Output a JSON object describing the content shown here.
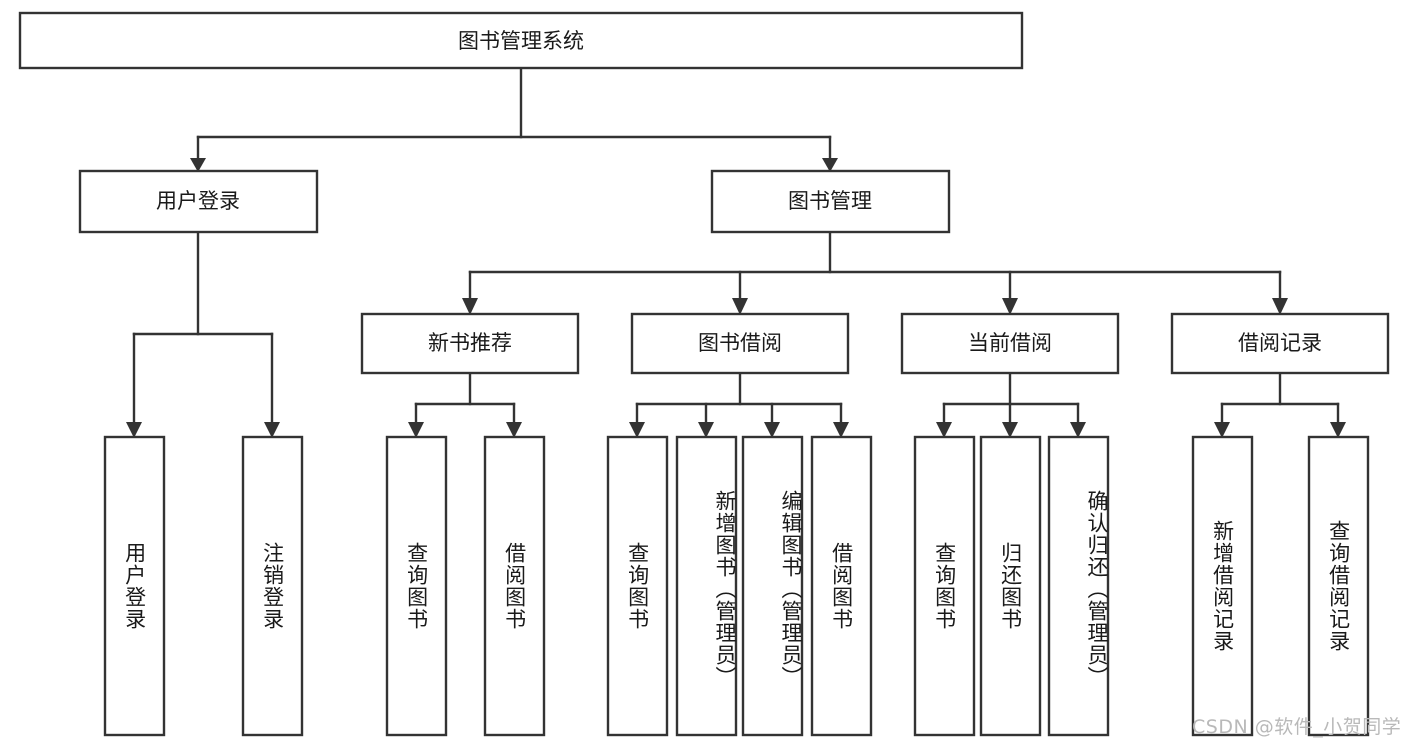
{
  "diagram": {
    "type": "tree-hierarchy",
    "title": "图书管理系统",
    "root": {
      "label": "图书管理系统",
      "level": 1
    },
    "level2": [
      {
        "label": "用户登录"
      },
      {
        "label": "图书管理"
      }
    ],
    "level3": [
      {
        "label": "新书推荐"
      },
      {
        "label": "图书借阅"
      },
      {
        "label": "当前借阅"
      },
      {
        "label": "借阅记录"
      }
    ],
    "leaves": {
      "user_login": [
        {
          "label": "用户登录"
        },
        {
          "label": "注销登录"
        }
      ],
      "new_book_recommend": [
        {
          "label": "查询图书"
        },
        {
          "label": "借阅图书"
        }
      ],
      "book_borrow": [
        {
          "label": "查询图书"
        },
        {
          "label": "新增图书（管理员）"
        },
        {
          "label": "编辑图书（管理员）"
        },
        {
          "label": "借阅图书"
        }
      ],
      "current_borrow": [
        {
          "label": "查询图书"
        },
        {
          "label": "归还图书"
        },
        {
          "label": "确认归还（管理员）"
        }
      ],
      "borrow_record": [
        {
          "label": "新增借阅记录"
        },
        {
          "label": "查询借阅记录"
        }
      ]
    },
    "watermark": "CSDN @软件_小贺同学",
    "colors": {
      "stroke": "#333333",
      "fill": "#ffffff",
      "text": "#1a1a1a",
      "watermark": "#b9b9b9"
    }
  }
}
